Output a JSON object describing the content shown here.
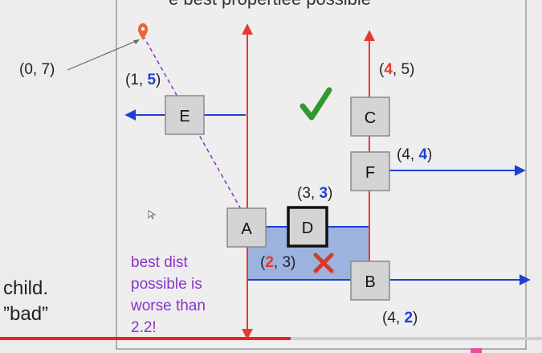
{
  "header_fragment": "e best propertiee possible",
  "left_fragments": [
    "child.",
    "”bad”"
  ],
  "origin_point": {
    "label": "(0, 7)"
  },
  "nodes": [
    {
      "id": "E",
      "label": "E"
    },
    {
      "id": "C",
      "label": "C"
    },
    {
      "id": "F",
      "label": "F"
    },
    {
      "id": "A",
      "label": "A"
    },
    {
      "id": "D",
      "label": "D"
    },
    {
      "id": "B",
      "label": "B"
    }
  ],
  "coordinate_labels": [
    {
      "id": "E",
      "open": "(1, ",
      "a": "",
      "b": "5",
      "close": ")"
    },
    {
      "id": "C",
      "open": "(",
      "a": "4",
      "b": "",
      "close": ", 5)"
    },
    {
      "id": "F",
      "open": "(4, ",
      "a": "",
      "b": "4",
      "close": ")"
    },
    {
      "id": "D",
      "open": "(3, ",
      "a": "",
      "b": "3",
      "close": ")"
    },
    {
      "id": "A",
      "open": "(",
      "a": "2",
      "b": "",
      "close": ", 3)"
    },
    {
      "id": "B",
      "open": "(4, ",
      "a": "",
      "b": "2",
      "close": ")"
    }
  ],
  "annotation": {
    "lines": [
      "best dist",
      "possible is",
      "worse than",
      "2.2!"
    ]
  },
  "marks": {
    "good": "check-mark",
    "bad": "cross-mark"
  },
  "colors": {
    "red": "#e53a2f",
    "blue": "#1f3fd6",
    "purple": "#8a33c8",
    "green": "#2f9a2f",
    "box_fill": "#d4d4d4",
    "box_border": "#8a8a8a",
    "region_fill": "#7f9fd8",
    "pin": "#e8673a"
  }
}
